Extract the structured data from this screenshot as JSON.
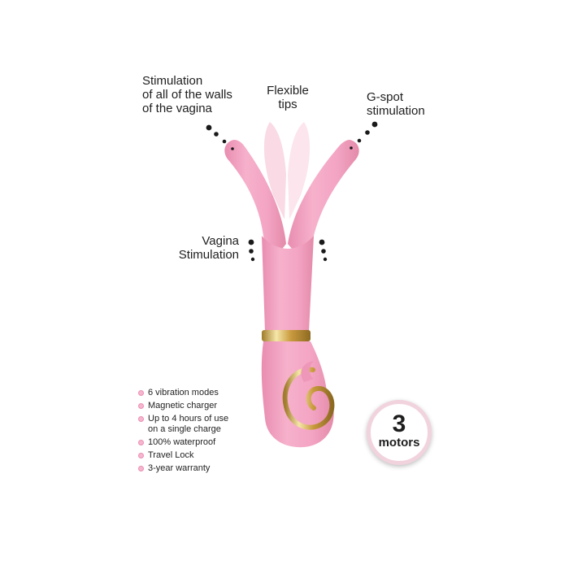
{
  "callouts": {
    "walls": [
      "Stimulation",
      "of all of the walls",
      "of the vagina"
    ],
    "tips": [
      "Flexible",
      "tips"
    ],
    "gspot": [
      "G-spot",
      "stimulation"
    ],
    "vagina": [
      "Vagina",
      "Stimulation"
    ]
  },
  "features": [
    [
      "6 vibration modes"
    ],
    [
      "Magnetic charger"
    ],
    [
      "Up to 4 hours of use",
      "on a single charge"
    ],
    [
      "100% waterproof"
    ],
    [
      "Travel Lock"
    ],
    [
      "3-year warranty"
    ]
  ],
  "badge": {
    "number": "3",
    "unit": "motors"
  },
  "colors": {
    "body": "#f3a4c3",
    "body_shade": "#e7869f",
    "tip_ghost": "#f8d3e0",
    "gold": "#d4b35a",
    "dot": "#1a1a1a",
    "bullet": "#f7b6cf"
  },
  "icons": {
    "feature_bullet": "pink-dot-icon",
    "callout_marker": "dot-trail-icon"
  }
}
